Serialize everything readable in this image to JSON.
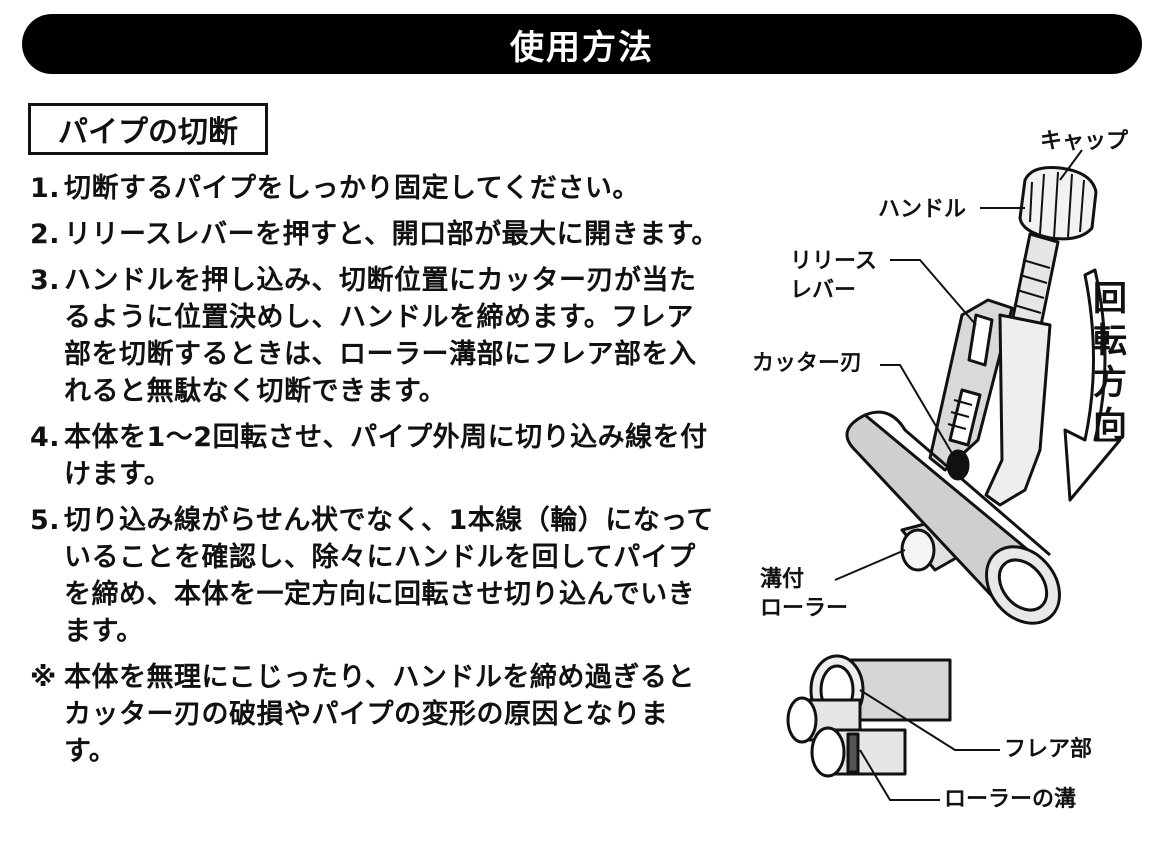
{
  "header": {
    "title": "使用方法"
  },
  "section": {
    "title": "パイプの切断"
  },
  "steps": [
    {
      "num": "1.",
      "text": "切断するパイプをしっかり固定してください。"
    },
    {
      "num": "2.",
      "text": "リリースレバーを押すと、開口部が最大に開きます。"
    },
    {
      "num": "3.",
      "text": "ハンドルを押し込み、切断位置にカッター刃が当たるように位置決めし、ハンドルを締めます。フレア部を切断するときは、ローラー溝部にフレア部を入れると無駄なく切断できます。"
    },
    {
      "num": "4.",
      "text": "本体を1～2回転させ、パイプ外周に切り込み線を付けます。"
    },
    {
      "num": "5.",
      "text": "切り込み線がらせん状でなく、1本線（輪）になっていることを確認し、除々にハンドルを回してパイプを締め、本体を一定方向に回転させ切り込んでいきます。"
    }
  ],
  "note": {
    "mark": "※",
    "text": "本体を無理にこじったり、ハンドルを締め過ぎるとカッター刃の破損やパイプの変形の原因となります。"
  },
  "labels": {
    "cap": "キャップ",
    "handle": "ハンドル",
    "release_lever_1": "リリース",
    "release_lever_2": "レバー",
    "cutter_blade": "カッター刃",
    "grooved_roller_1": "溝付",
    "grooved_roller_2": "ローラー",
    "flare": "フレア部",
    "roller_groove": "ローラーの溝",
    "rotation": [
      "回",
      "転",
      "方",
      "向"
    ]
  }
}
